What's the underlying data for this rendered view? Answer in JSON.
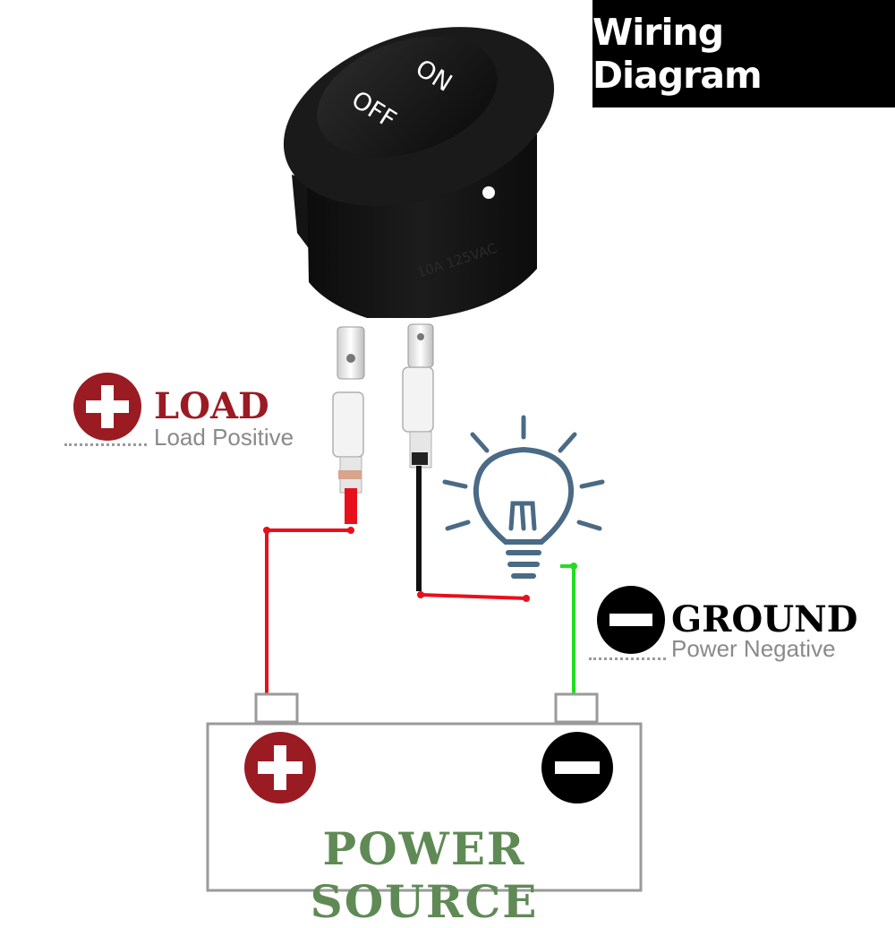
{
  "title": "Wiring Diagram",
  "switch": {
    "on_label": "ON",
    "off_label": "OFF",
    "rating_text": "10A 125VAC"
  },
  "load": {
    "label": "LOAD",
    "sublabel": "Load Positive"
  },
  "ground": {
    "label": "GROUND",
    "sublabel": "Power Negative"
  },
  "power_source": {
    "label": "POWER SOURCE"
  },
  "colors": {
    "positive": "#9b1b23",
    "negative": "#000000",
    "red_wire": "#e8101a",
    "green_wire": "#22dd22",
    "black_wire": "#111111",
    "bulb": "#4a6a85",
    "power_source_text": "#5f8a55"
  }
}
